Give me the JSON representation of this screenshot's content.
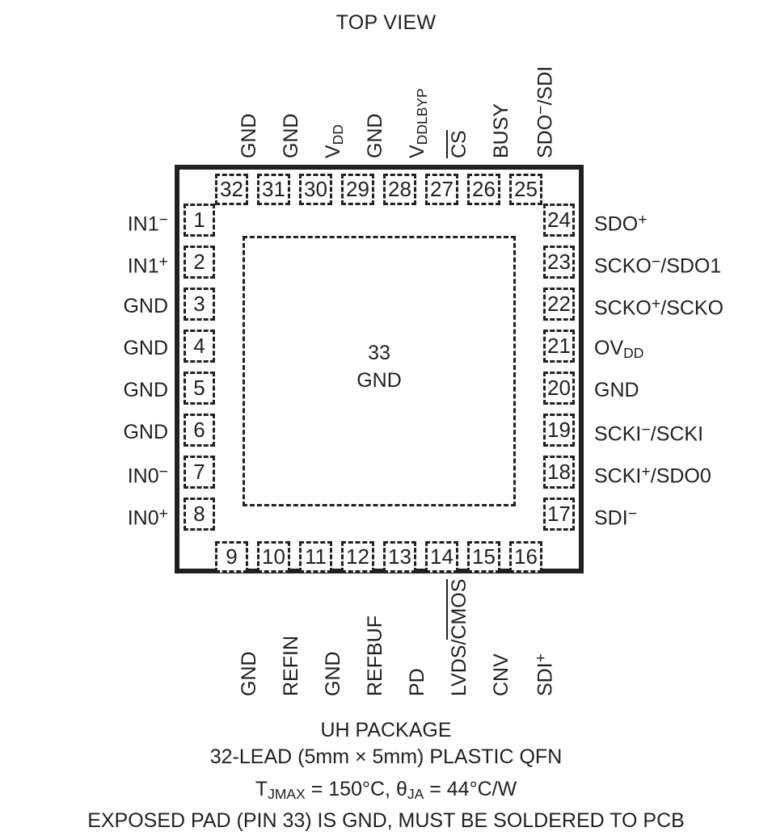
{
  "title": "TOP VIEW",
  "package": {
    "center_pad_number": "33",
    "center_pad_label": "GND",
    "center_pad_text": "33\nGND"
  },
  "caption": {
    "line1": "UH PACKAGE",
    "line2": "32-LEAD (5mm × 5mm) PLASTIC QFN",
    "line3_prefix": "T",
    "line3_sub1": "JMAX",
    "line3_mid": " = 150°C, ",
    "line3_theta": "θ",
    "line3_sub2": "JA",
    "line3_suffix": " = 44°C/W",
    "line4": "EXPOSED PAD (PIN 33) IS GND, MUST BE SOLDERED TO PCB"
  },
  "colors": {
    "ink": "#231f20",
    "background": "#ffffff"
  },
  "pins": {
    "left": [
      {
        "number": "1",
        "name": "IN1⁻"
      },
      {
        "number": "2",
        "name": "IN1⁺"
      },
      {
        "number": "3",
        "name": "GND"
      },
      {
        "number": "4",
        "name": "GND"
      },
      {
        "number": "5",
        "name": "GND"
      },
      {
        "number": "6",
        "name": "GND"
      },
      {
        "number": "7",
        "name": "IN0⁻"
      },
      {
        "number": "8",
        "name": "IN0⁺"
      }
    ],
    "bottom": [
      {
        "number": "9",
        "name": "GND"
      },
      {
        "number": "10",
        "name": "REFIN"
      },
      {
        "number": "11",
        "name": "GND"
      },
      {
        "number": "12",
        "name": "REFBUF"
      },
      {
        "number": "13",
        "name": "PD"
      },
      {
        "number": "14",
        "name": "LVDS/CMOS"
      },
      {
        "number": "15",
        "name": "CNV"
      },
      {
        "number": "16",
        "name": "SDI⁺"
      }
    ],
    "right": [
      {
        "number": "17",
        "name": "SDI⁻"
      },
      {
        "number": "18",
        "name": "SCKI⁺/SDO0"
      },
      {
        "number": "19",
        "name": "SCKI⁻/SCKI"
      },
      {
        "number": "20",
        "name": "GND"
      },
      {
        "number": "21",
        "name": "OVDD"
      },
      {
        "number": "22",
        "name": "SCKO⁺/SCKO"
      },
      {
        "number": "23",
        "name": "SCKO⁻/SDO1"
      },
      {
        "number": "24",
        "name": "SDO⁺"
      }
    ],
    "top": [
      {
        "number": "25",
        "name": "SDO⁻/SDI"
      },
      {
        "number": "26",
        "name": "BUSY"
      },
      {
        "number": "27",
        "name": "CS"
      },
      {
        "number": "28",
        "name": "VDDLBYP"
      },
      {
        "number": "29",
        "name": "GND"
      },
      {
        "number": "30",
        "name": "VDD"
      },
      {
        "number": "31",
        "name": "GND"
      },
      {
        "number": "32",
        "name": "GND"
      }
    ]
  }
}
